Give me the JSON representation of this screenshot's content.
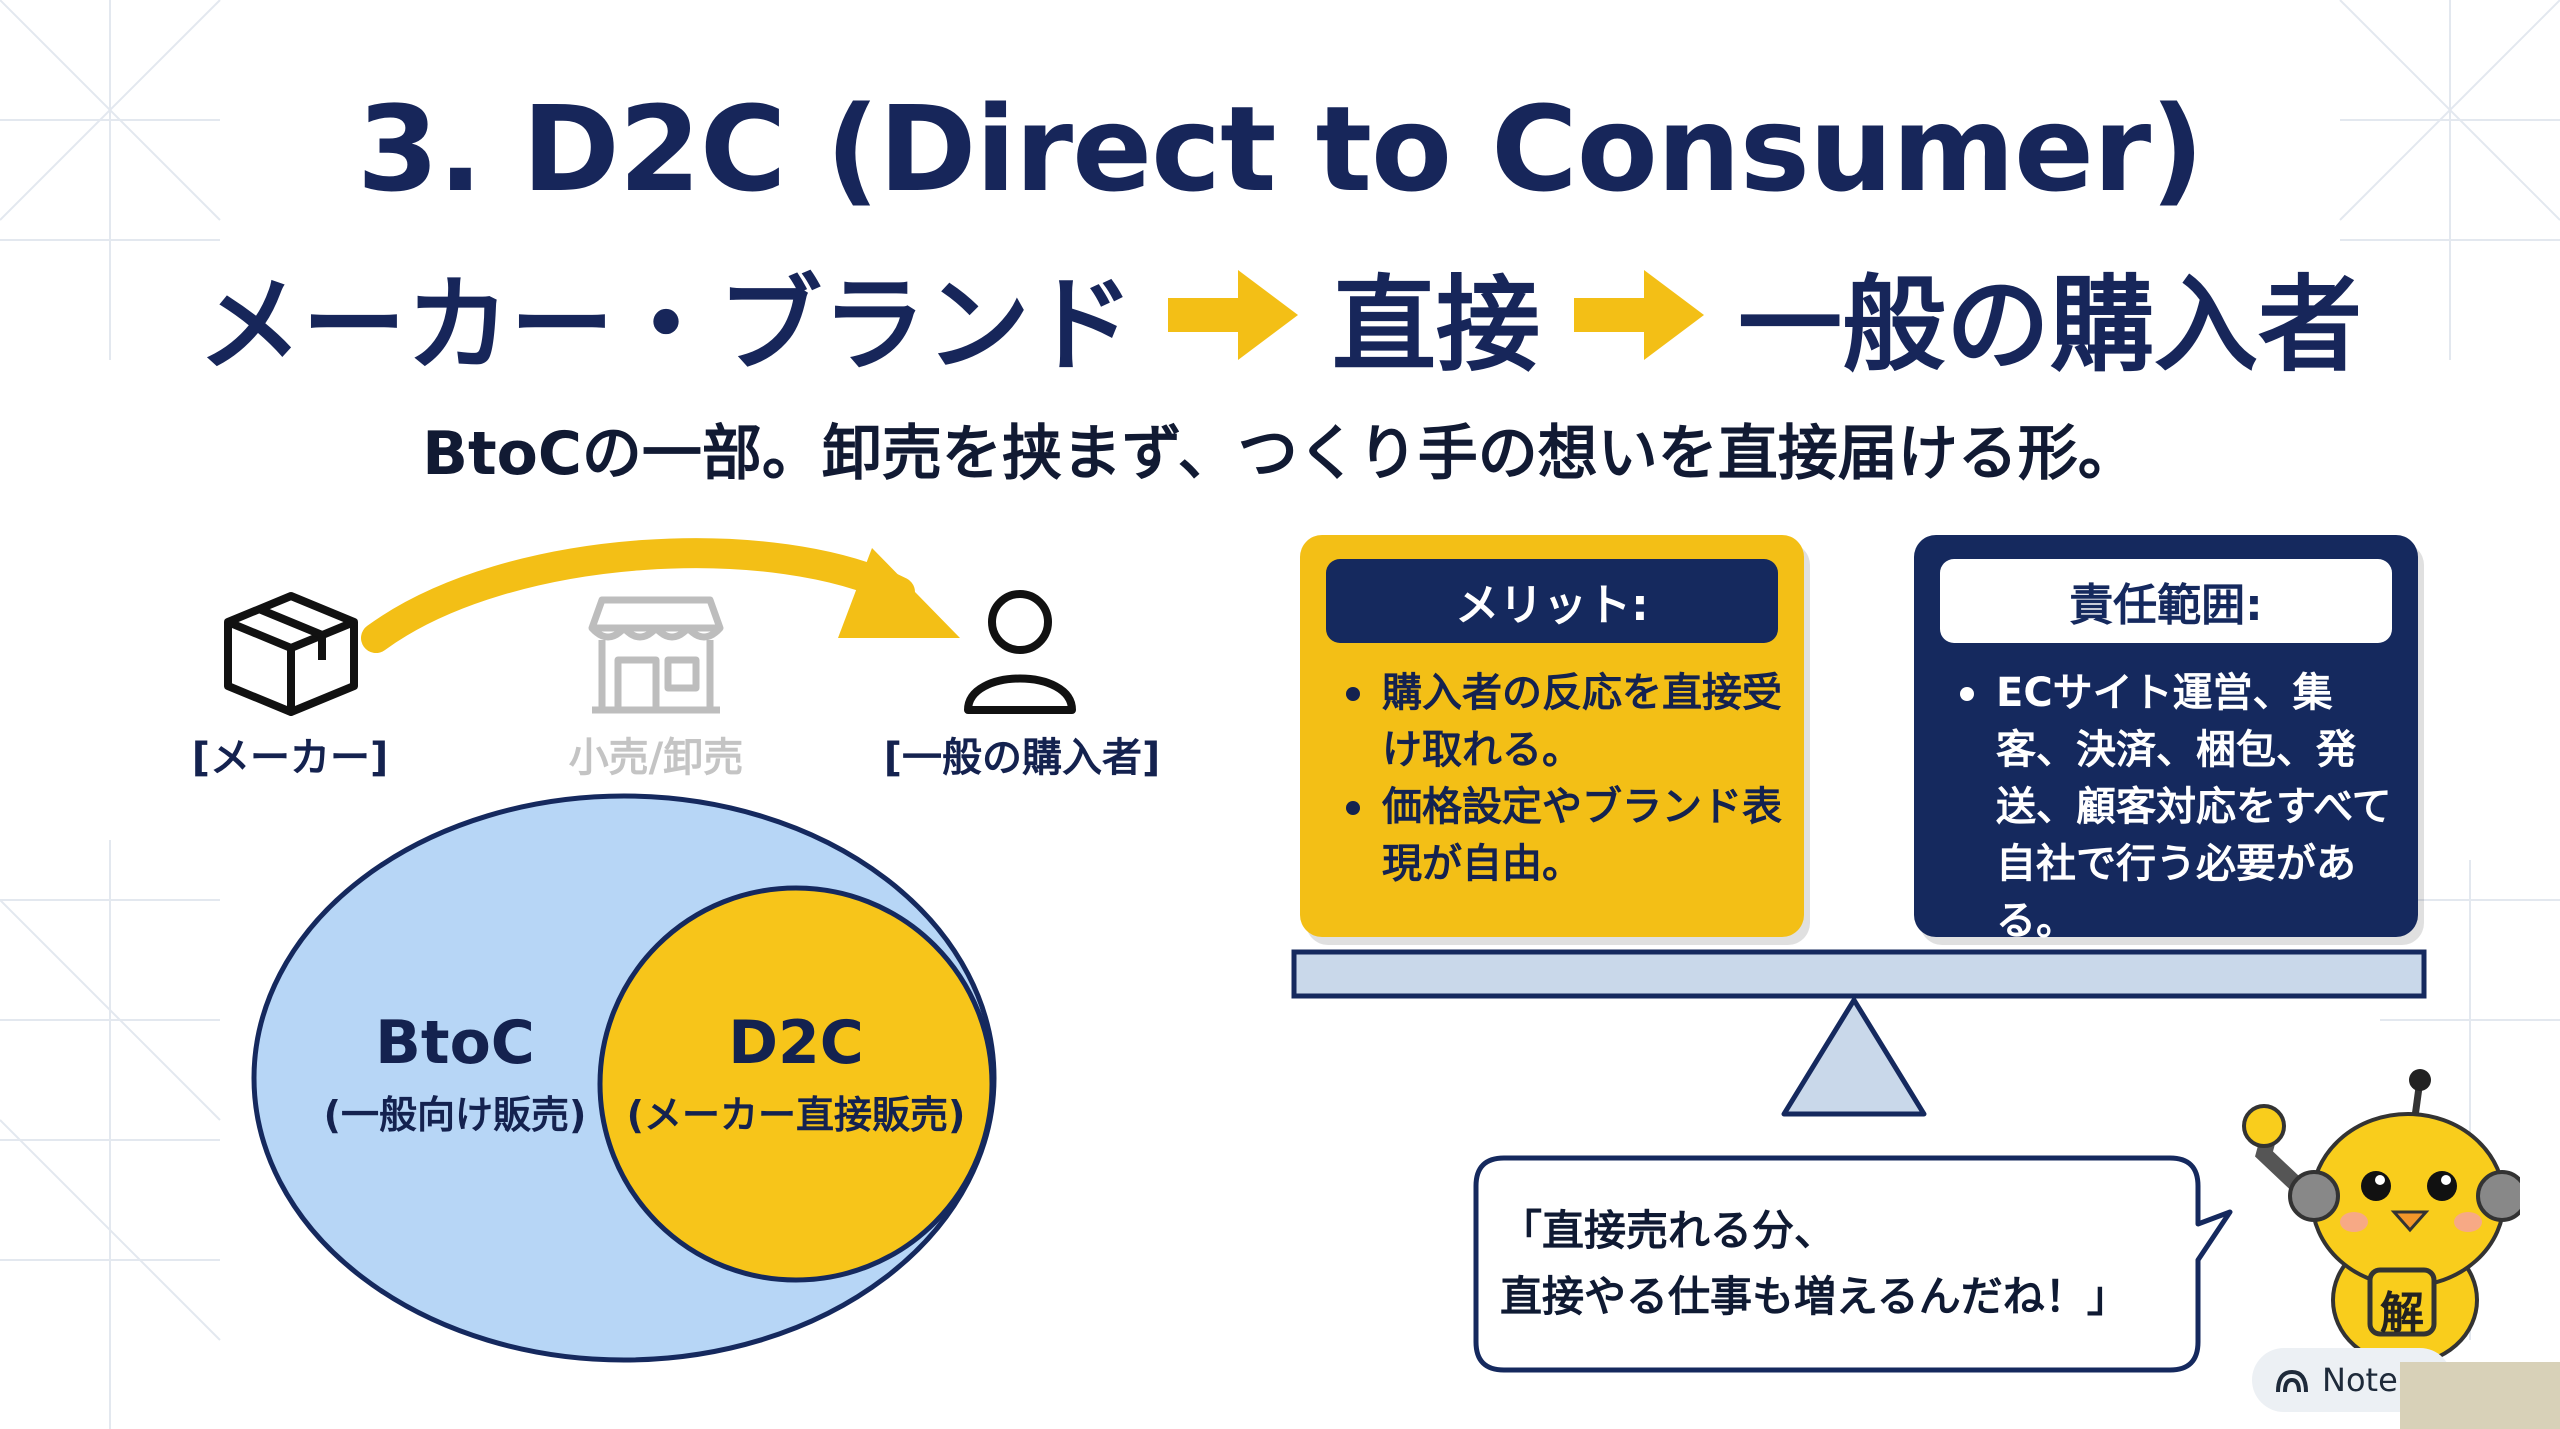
{
  "title": "3. D2C (Direct to Consumer)",
  "flow": {
    "from": "メーカー・ブランド",
    "via": "直接",
    "to": "一般の購入者"
  },
  "subtitle": "BtoCの一部。卸売を挟まず、つくり手の想いを直接届ける形。",
  "diagram": {
    "maker_label": "[メーカー]",
    "retail_label": "小売/卸売",
    "buyer_label": "[一般の購入者]"
  },
  "venn": {
    "outer_title": "BtoC",
    "outer_sub": "(一般向け販売)",
    "inner_title": "D2C",
    "inner_sub": "(メーカー直接販売)"
  },
  "merit": {
    "heading": "メリット:",
    "items": [
      "購入者の反応を直接受け取れる。",
      "価格設定やブランド表現が自由。"
    ]
  },
  "responsibility": {
    "heading": "責任範囲:",
    "items": [
      "ECサイト運営、集客、決済、梱包、発送、顧客対応をすべて自社で行う必要がある。"
    ]
  },
  "speech": {
    "line1": "「直接売れる分、",
    "line2": "直接やる仕事も増えるんだね！」"
  },
  "mascot_badge": "解",
  "notebook_button": "Noteb",
  "colors": {
    "navy": "#15295e",
    "yellow": "#f3bf16",
    "light_blue": "#b7d6f6",
    "gray": "#c4c4c4"
  },
  "icons": [
    "box-icon",
    "store-icon",
    "person-icon",
    "curved-arrow-icon",
    "notebook-icon"
  ]
}
